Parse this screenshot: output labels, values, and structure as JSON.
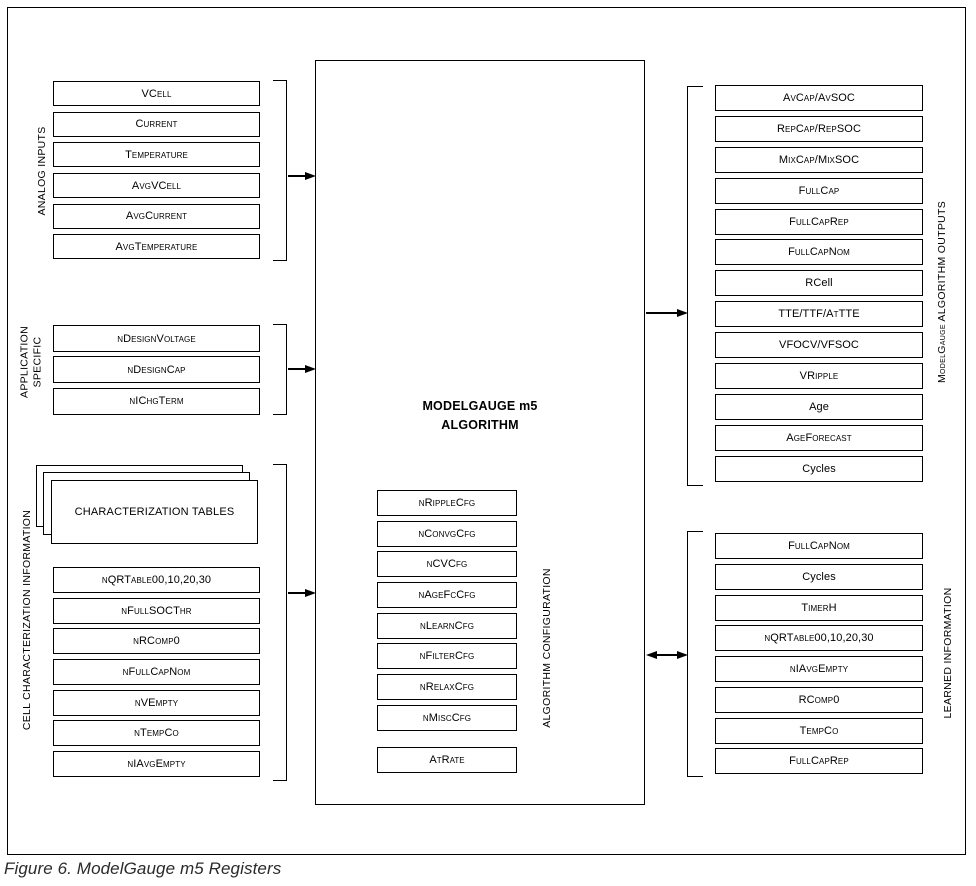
{
  "figure": {
    "caption": "Figure 6. ModelGauge m5 Registers"
  },
  "analog_inputs": {
    "label": "ANALOG INPUTS",
    "registers": [
      {
        "label": "VCell",
        "sc": true
      },
      {
        "label": "Current",
        "sc": true
      },
      {
        "label": "Temperature",
        "sc": true
      },
      {
        "label": "AvgVCell",
        "sc": true
      },
      {
        "label": "AvgCurrent",
        "sc": true
      },
      {
        "label": "AvgTemperature",
        "sc": true
      }
    ]
  },
  "application_specific": {
    "label_line1": "APPLICATION",
    "label_line2": "SPECIFIC",
    "registers": [
      {
        "label": "nDesignVoltage",
        "sc": true
      },
      {
        "label": "nDesignCap",
        "sc": true
      },
      {
        "label": "nIChgTerm",
        "sc": true
      }
    ]
  },
  "cell_characterization": {
    "label": "CELL CHARACTERIZATION INFORMATION",
    "tables_label": "CHARACTERIZATION TABLES",
    "registers": [
      {
        "label": "nQRTable00,10,20,30",
        "sc": true
      },
      {
        "label": "nFullSOCThr",
        "sc": true
      },
      {
        "label": "nRComp0",
        "sc": true
      },
      {
        "label": "nFullCapNom",
        "sc": true
      },
      {
        "label": "nVEmpty",
        "sc": true
      },
      {
        "label": "nTempCo",
        "sc": true
      },
      {
        "label": "nIAvgEmpty",
        "sc": true
      }
    ]
  },
  "center": {
    "title_line1": "MODELGAUGE m5",
    "title_line2": "ALGORITHM",
    "config_label": "ALGORITHM CONFIGURATION",
    "atrate_label": "AtRate",
    "config_registers": [
      {
        "label": "nRippleCfg",
        "sc": true
      },
      {
        "label": "nConvgCfg",
        "sc": true
      },
      {
        "label": "nCVCfg",
        "sc": true
      },
      {
        "label": "nAgeFcCfg",
        "sc": true
      },
      {
        "label": "nLearnCfg",
        "sc": true
      },
      {
        "label": "nFilterCfg",
        "sc": true
      },
      {
        "label": "nRelaxCfg",
        "sc": true
      },
      {
        "label": "nMiscCfg",
        "sc": true
      }
    ]
  },
  "outputs": {
    "label": "ModelGauge ALGORITHM OUTPUTS",
    "registers": [
      {
        "label": "AvCap/AvSOC",
        "sc": true
      },
      {
        "label": "RepCap/RepSOC",
        "sc": true
      },
      {
        "label": "MixCap/MixSOC",
        "sc": true
      },
      {
        "label": "FullCap",
        "sc": true
      },
      {
        "label": "FullCapRep",
        "sc": true
      },
      {
        "label": "FullCapNom",
        "sc": true
      },
      {
        "label": "RCell",
        "sc": false
      },
      {
        "label": "TTE/TTF/AtTTE",
        "sc": true
      },
      {
        "label": "VFOCV/VFSOC",
        "sc": false
      },
      {
        "label": "VRipple",
        "sc": true
      },
      {
        "label": "Age",
        "sc": false
      },
      {
        "label": "AgeForecast",
        "sc": true
      },
      {
        "label": "Cycles",
        "sc": false
      }
    ]
  },
  "learned": {
    "label": "LEARNED INFORMATION",
    "registers": [
      {
        "label": "FullCapNom",
        "sc": true
      },
      {
        "label": "Cycles",
        "sc": false
      },
      {
        "label": "TimerH",
        "sc": true
      },
      {
        "label": "nQRTable00,10,20,30",
        "sc": true
      },
      {
        "label": "nIAvgEmpty",
        "sc": true
      },
      {
        "label": "RComp0",
        "sc": true
      },
      {
        "label": "TempCo",
        "sc": true
      },
      {
        "label": "FullCapRep",
        "sc": true
      }
    ]
  },
  "colors": {
    "line": "#000000",
    "background": "#ffffff"
  }
}
